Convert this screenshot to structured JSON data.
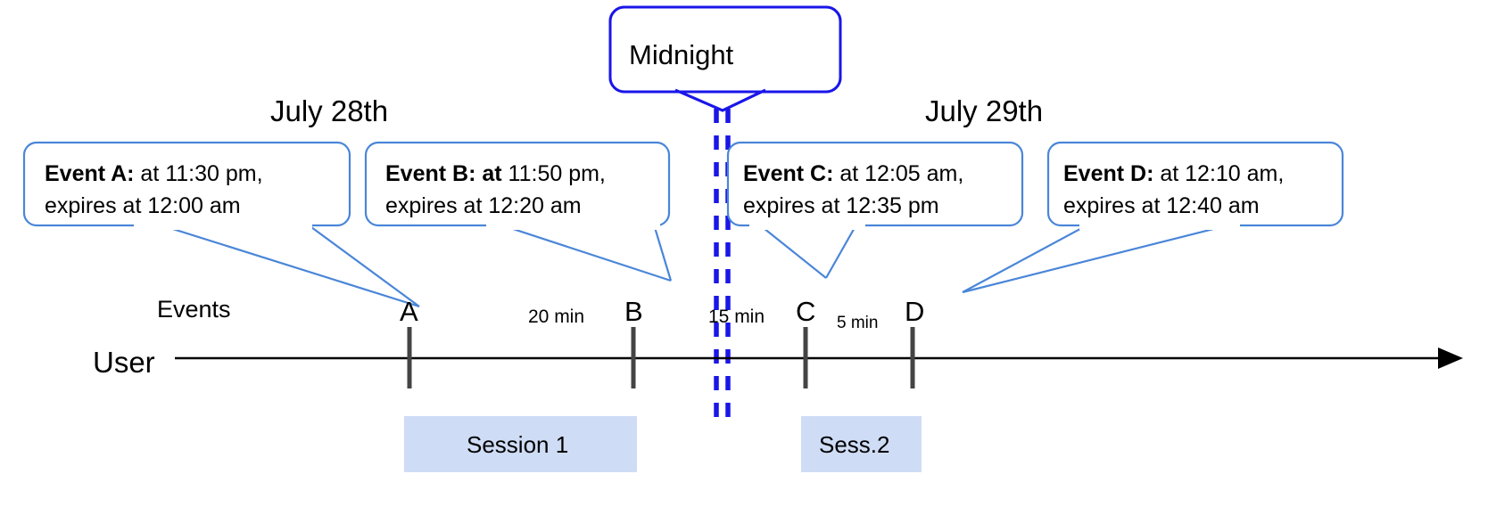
{
  "diagram": {
    "title": "Event expiry across midnight timeline",
    "colors": {
      "callout_stroke": "#4a86d8",
      "midnight_stroke": "#1a16e8",
      "session_fill": "#cfdcf5",
      "axis": "#000000",
      "tick": "#444444"
    },
    "dates": {
      "left": "July 28th",
      "right": "July 29th"
    },
    "midnight": {
      "label": "Midnight"
    },
    "rows": {
      "events_label": "Events",
      "user_label": "User"
    },
    "callouts": [
      {
        "id": "event-a",
        "bold": "Event A:",
        "line1_rest": " at 11:30 pm,",
        "line2": "expires at 12:00 am"
      },
      {
        "id": "event-b",
        "bold": "Event B: at",
        "line1_rest": " 11:50 pm,",
        "line2": "expires at 12:20 am"
      },
      {
        "id": "event-c",
        "bold": "Event C:",
        "line1_rest": " at 12:05 am,",
        "line2": "expires at 12:35 pm"
      },
      {
        "id": "event-d",
        "bold": "Event D:",
        "line1_rest": "  at 12:10 am,",
        "line2": "expires at 12:40 am"
      }
    ],
    "events": [
      {
        "id": "event-tick-a",
        "letter": "A"
      },
      {
        "id": "event-tick-b",
        "letter": "B"
      },
      {
        "id": "event-tick-c",
        "letter": "C"
      },
      {
        "id": "event-tick-d",
        "letter": "D"
      }
    ],
    "gaps": [
      {
        "id": "gap-a-b",
        "label": "20 min"
      },
      {
        "id": "gap-b-c",
        "label": "15 min"
      },
      {
        "id": "gap-c-d",
        "label": "5 min"
      }
    ],
    "sessions": [
      {
        "id": "session-1",
        "label": "Session 1"
      },
      {
        "id": "session-2",
        "label": "Sess.2"
      }
    ]
  }
}
